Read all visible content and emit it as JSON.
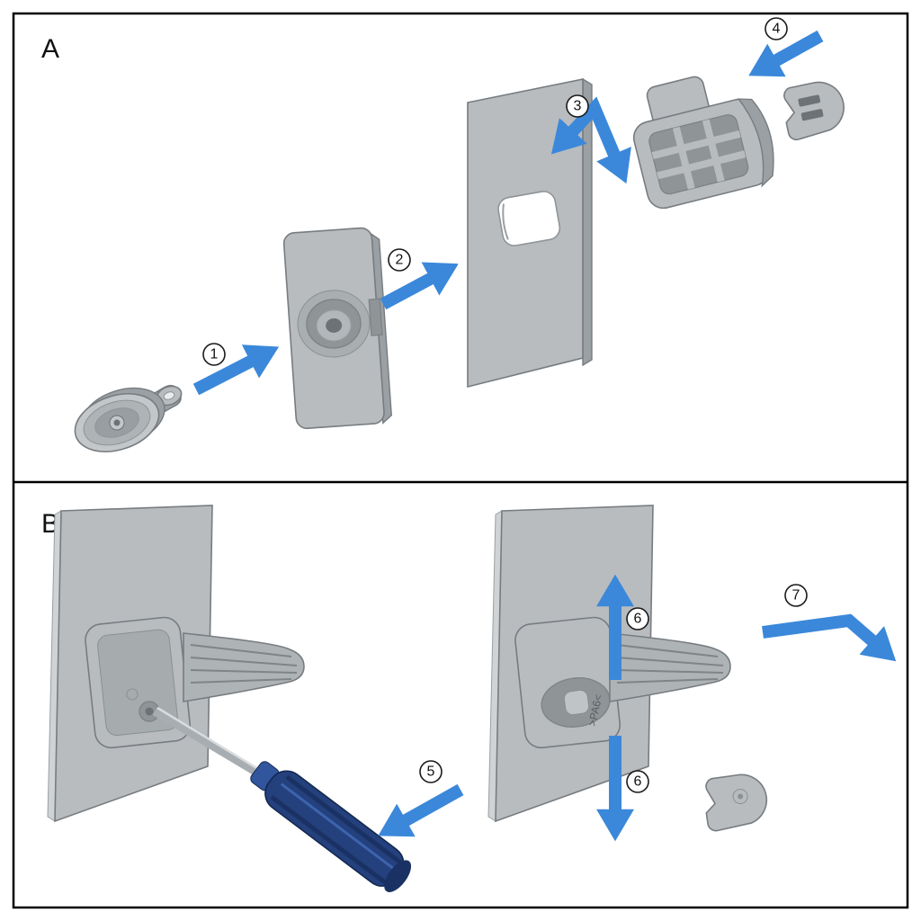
{
  "figure": {
    "kind": "hardware-assembly-instruction",
    "sections": {
      "a": {
        "label": "A"
      },
      "b": {
        "label": "B"
      }
    },
    "steps": {
      "s1": "1",
      "s2": "2",
      "s3": "3",
      "s4": "4",
      "s5": "5",
      "s6": "6",
      "s7": "7"
    },
    "part_marking": ">PA6<",
    "colors": {
      "part_gray_light": "#cfd3d5",
      "part_gray": "#b8bcbf",
      "part_gray_mid": "#9aa0a3",
      "part_gray_dark": "#8f9497",
      "part_outline": "#777c80",
      "arrow_blue": "#3b88da",
      "screwdriver_handle_blue": "#24417e",
      "screwdriver_shaft_gray": "#a8adb1",
      "frame_black": "#000000",
      "background_white": "#ffffff",
      "step_circle_fill": "#ffffff",
      "step_circle_stroke": "#1a1a1a"
    }
  }
}
